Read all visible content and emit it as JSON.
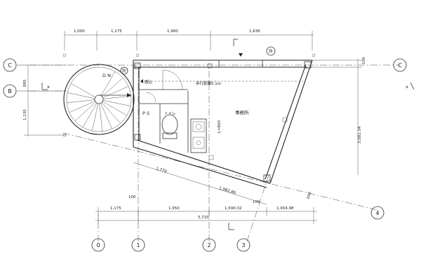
{
  "dimensions": {
    "top": [
      "1,000",
      "1,175",
      "1,960",
      "1,636"
    ],
    "left": [
      "885",
      "1,130"
    ],
    "right": [
      "100",
      "3,081.34"
    ],
    "bottom": [
      "1,175",
      "1,950",
      "1,590.02",
      "1,004.98"
    ],
    "bottom_total": "5,720",
    "diagonal": [
      "1,770",
      "1,982.86"
    ],
    "small": [
      "100",
      "100",
      "100",
      "100"
    ]
  },
  "grid_lines": {
    "left": [
      "C",
      "B"
    ],
    "right": [
      "C",
      "4"
    ],
    "bottom": [
      "0",
      "1",
      "2",
      "3"
    ]
  },
  "rooms": {
    "office": "事務所",
    "ps": "P S",
    "toilet": "トイレ",
    "stairs_dn": "D N",
    "hydrant": "防",
    "walk_distance": "歩行距離5.1m",
    "door_label": "避込",
    "height_label": "L=800"
  },
  "markers": {
    "x_left": "x",
    "x_right": "x"
  }
}
